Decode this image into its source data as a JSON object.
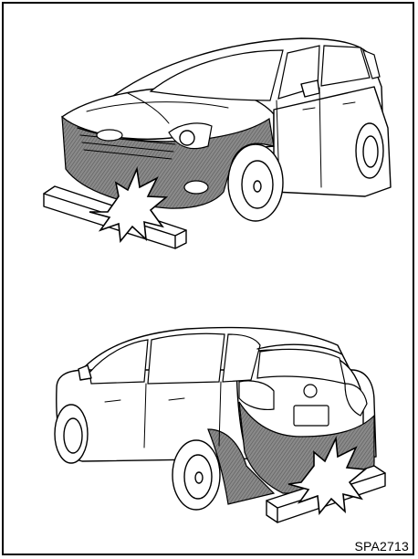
{
  "figure": {
    "code": "SPA2713"
  },
  "colors": {
    "line": "#000000",
    "background": "#ffffff",
    "impact_zone_fill": "#7a7a7a"
  },
  "illustrations": [
    {
      "id": "front",
      "icon": "car-front-impact-icon"
    },
    {
      "id": "rear",
      "icon": "car-rear-impact-icon"
    }
  ]
}
